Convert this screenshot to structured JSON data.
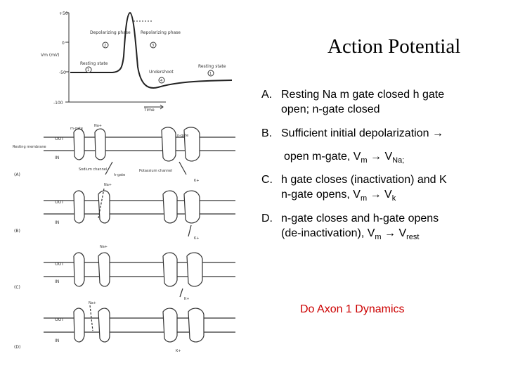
{
  "title": "Action Potential",
  "figure": {
    "graph": {
      "y_axis_label": "Vm (mV)",
      "y_ticks": [
        "+50",
        "0",
        "-50",
        "-100"
      ],
      "x_axis_label": "Time",
      "phase_labels": [
        {
          "num": "1",
          "text": "Resting state"
        },
        {
          "num": "2",
          "text": "Depolarizing phase"
        },
        {
          "num": "3",
          "text": "Repolarizing phase"
        },
        {
          "num": "4",
          "text": "Undershoot"
        },
        {
          "num": "1",
          "text": "Resting state"
        }
      ]
    },
    "panels": [
      {
        "letter": "(A)",
        "labels": [
          "OUT",
          "IN",
          "Resting membrane",
          "Sodium channel",
          "Potassium channel",
          "m-gate",
          "h-gate",
          "n-gate",
          "Na+",
          "K+"
        ]
      },
      {
        "letter": "(B)",
        "labels": [
          "OUT",
          "IN",
          "Na+",
          "K+"
        ]
      },
      {
        "letter": "(C)",
        "labels": [
          "OUT",
          "IN",
          "Na+",
          "K+"
        ]
      },
      {
        "letter": "(D)",
        "labels": [
          "OUT",
          "IN",
          "Na+",
          "K+"
        ]
      }
    ]
  },
  "items": [
    {
      "label": "A.",
      "lines": [
        "Resting Na m gate closed h gate",
        "open; n-gate closed"
      ]
    },
    {
      "label": "B.",
      "lines": [
        "Sufficient initial depolarization →",
        "open m-gate, V"
      ],
      "sub1": "m",
      "arrow": " → V",
      "sub2": "Na;"
    },
    {
      "label": "C.",
      "line1": "h gate closes (inactivation) and K",
      "line2a": "n-gate opens, V",
      "sub1": "m",
      "arrow": " → V",
      "sub2": "k"
    },
    {
      "label": "D.",
      "line1": "n-gate closes and h-gate opens",
      "line2a": "(de-inactivation), V",
      "sub1": "m",
      "arrow": " → V",
      "sub2": "rest"
    }
  ],
  "link": {
    "text": "Do Axon 1 Dynamics",
    "color": "#cc0000"
  }
}
